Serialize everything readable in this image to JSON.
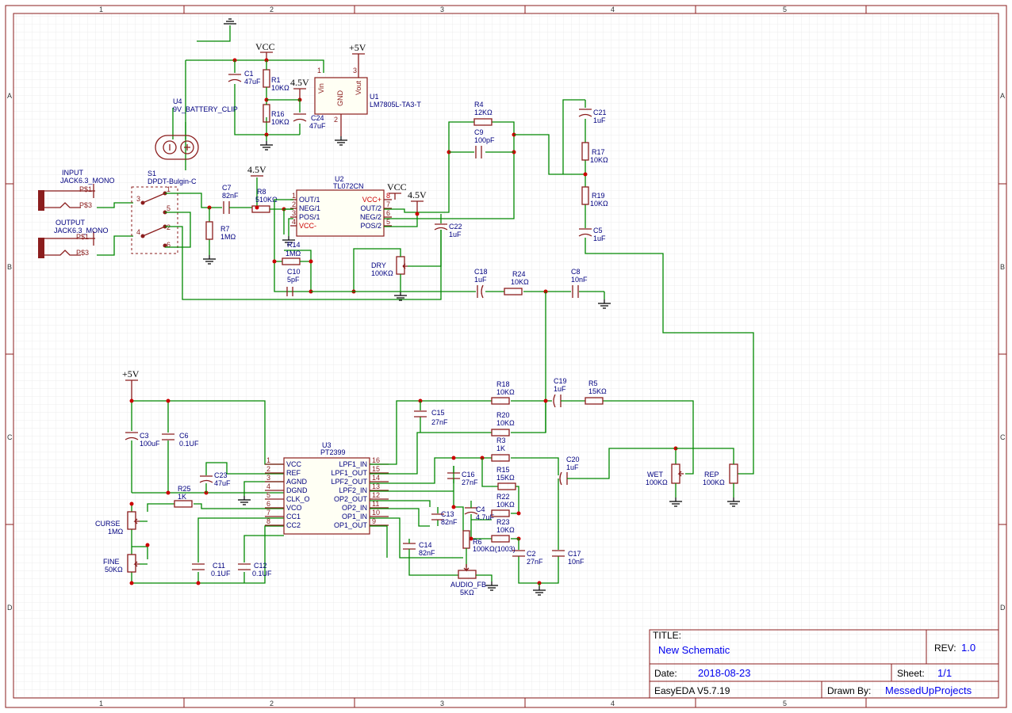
{
  "frame": {
    "columns": [
      "1",
      "2",
      "3",
      "4",
      "5"
    ],
    "rows": [
      "A",
      "B",
      "C",
      "D"
    ]
  },
  "title_block": {
    "title_label": "TITLE:",
    "title": "New Schematic",
    "rev_label": "REV:",
    "rev": "1.0",
    "date_label": "Date:",
    "date": "2018-08-23",
    "sheet_label": "Sheet:",
    "sheet": "1/1",
    "software": "EasyEDA V5.7.19",
    "drawn_by_label": "Drawn By:",
    "drawn_by": "MessedUpProjects"
  },
  "nets": {
    "vcc": "VCC",
    "v45": "4.5V",
    "v5": "+5V"
  },
  "components": {
    "u1": {
      "ref": "U1",
      "value": "LM7805L-TA3-T",
      "vin": "Vin",
      "gnd": "GND",
      "vout": "Vout",
      "p1": "1",
      "p2": "2",
      "p3": "3"
    },
    "u4": {
      "ref": "U4",
      "value": "9V_BATTERY_CLIP"
    },
    "c1": {
      "ref": "C1",
      "value": "47uF"
    },
    "r1": {
      "ref": "R1",
      "value": "10KΩ"
    },
    "r16": {
      "ref": "R16",
      "value": "10KΩ"
    },
    "c24": {
      "ref": "C24",
      "value": "47uF"
    },
    "r4": {
      "ref": "R4",
      "value": "12KΩ"
    },
    "c9": {
      "ref": "C9",
      "value": "100pF"
    },
    "c21": {
      "ref": "C21",
      "value": "1uF"
    },
    "r17": {
      "ref": "R17",
      "value": "10KΩ"
    },
    "r19": {
      "ref": "R19",
      "value": "10KΩ"
    },
    "c5": {
      "ref": "C5",
      "value": "1uF"
    },
    "input": {
      "ref": "INPUT",
      "value": "JACK6.3_MONO",
      "ps1": "P$1",
      "ps3": "P$3"
    },
    "output": {
      "ref": "OUTPUT",
      "value": "JACK6.3_MONO",
      "ps1": "P$1",
      "ps3": "P$3"
    },
    "s1": {
      "ref": "S1",
      "value": "DPDT-Bulgin-C",
      "p1": "1",
      "p2": "2",
      "p3": "3",
      "p4": "4",
      "p5": "5",
      "p6": "6"
    },
    "c7": {
      "ref": "C7",
      "value": "82nF"
    },
    "r8": {
      "ref": "R8",
      "value": "510KΩ"
    },
    "r7": {
      "ref": "R7",
      "value": "1MΩ"
    },
    "u2": {
      "ref": "U2",
      "value": "TL072CN",
      "left": [
        {
          "n": "1",
          "t": "OUT/1"
        },
        {
          "n": "2",
          "t": "NEG/1"
        },
        {
          "n": "3",
          "t": "POS/1"
        },
        {
          "n": "4",
          "t": "VCC-"
        }
      ],
      "right": [
        {
          "n": "8",
          "t": "VCC+"
        },
        {
          "n": "7",
          "t": "OUT/2"
        },
        {
          "n": "6",
          "t": "NEG/2"
        },
        {
          "n": "5",
          "t": "POS/2"
        }
      ]
    },
    "c22": {
      "ref": "C22",
      "value": "1uF"
    },
    "r14": {
      "ref": "R14",
      "value": "1MΩ"
    },
    "c10": {
      "ref": "C10",
      "value": "5pF"
    },
    "dry": {
      "ref": "DRY",
      "value": "100KΩ"
    },
    "c18": {
      "ref": "C18",
      "value": "1uF"
    },
    "r24": {
      "ref": "R24",
      "value": "10KΩ"
    },
    "c8": {
      "ref": "C8",
      "value": "10nF"
    },
    "c3": {
      "ref": "C3",
      "value": "100uF"
    },
    "c6": {
      "ref": "C6",
      "value": "0.1UF"
    },
    "c23": {
      "ref": "C23",
      "value": "47uF"
    },
    "r25": {
      "ref": "R25",
      "value": "1K"
    },
    "curse": {
      "ref": "CURSE",
      "value": "1MΩ"
    },
    "fine": {
      "ref": "FINE",
      "value": "50KΩ"
    },
    "c11": {
      "ref": "C11",
      "value": "0.1UF"
    },
    "c12": {
      "ref": "C12",
      "value": "0.1UF"
    },
    "u3": {
      "ref": "U3",
      "value": "PT2399",
      "left": [
        {
          "n": "1",
          "t": "VCC"
        },
        {
          "n": "2",
          "t": "REF"
        },
        {
          "n": "3",
          "t": "AGND"
        },
        {
          "n": "4",
          "t": "DGND"
        },
        {
          "n": "5",
          "t": "CLK_O"
        },
        {
          "n": "6",
          "t": "VCO"
        },
        {
          "n": "7",
          "t": "CC1"
        },
        {
          "n": "8",
          "t": "CC2"
        }
      ],
      "right": [
        {
          "n": "16",
          "t": "LPF1_IN"
        },
        {
          "n": "15",
          "t": "LPF1_OUT"
        },
        {
          "n": "14",
          "t": "LPF2_OUT"
        },
        {
          "n": "13",
          "t": "LPF2_IN"
        },
        {
          "n": "12",
          "t": "OP2_OUT"
        },
        {
          "n": "11",
          "t": "OP2_IN"
        },
        {
          "n": "10",
          "t": "OP1_IN"
        },
        {
          "n": "9",
          "t": "OP1_OUT"
        }
      ]
    },
    "c15": {
      "ref": "C15",
      "value": "27nF"
    },
    "r18": {
      "ref": "R18",
      "value": "10KΩ"
    },
    "r20": {
      "ref": "R20",
      "value": "10KΩ"
    },
    "c19": {
      "ref": "C19",
      "value": "1uF"
    },
    "r5": {
      "ref": "R5",
      "value": "15KΩ"
    },
    "r3": {
      "ref": "R3",
      "value": "1K"
    },
    "c16": {
      "ref": "C16",
      "value": "27nF"
    },
    "r15": {
      "ref": "R15",
      "value": "15KΩ"
    },
    "c4": {
      "ref": "C4",
      "value": "4.7uF"
    },
    "r22": {
      "ref": "R22",
      "value": "10KΩ"
    },
    "c13": {
      "ref": "C13",
      "value": "82nF"
    },
    "r6": {
      "ref": "R6",
      "value": "100KΩ(1003)"
    },
    "r23": {
      "ref": "R23",
      "value": "10KΩ"
    },
    "c14": {
      "ref": "C14",
      "value": "82nF"
    },
    "c2": {
      "ref": "C2",
      "value": "27nF"
    },
    "c17": {
      "ref": "C17",
      "value": "10nF"
    },
    "c20": {
      "ref": "C20",
      "value": "1uF"
    },
    "wet": {
      "ref": "WET",
      "value": "100KΩ"
    },
    "rep": {
      "ref": "REP",
      "value": "100KΩ"
    },
    "audio_fb": {
      "ref": "AUDIO_FB",
      "value": "5KΩ"
    }
  }
}
